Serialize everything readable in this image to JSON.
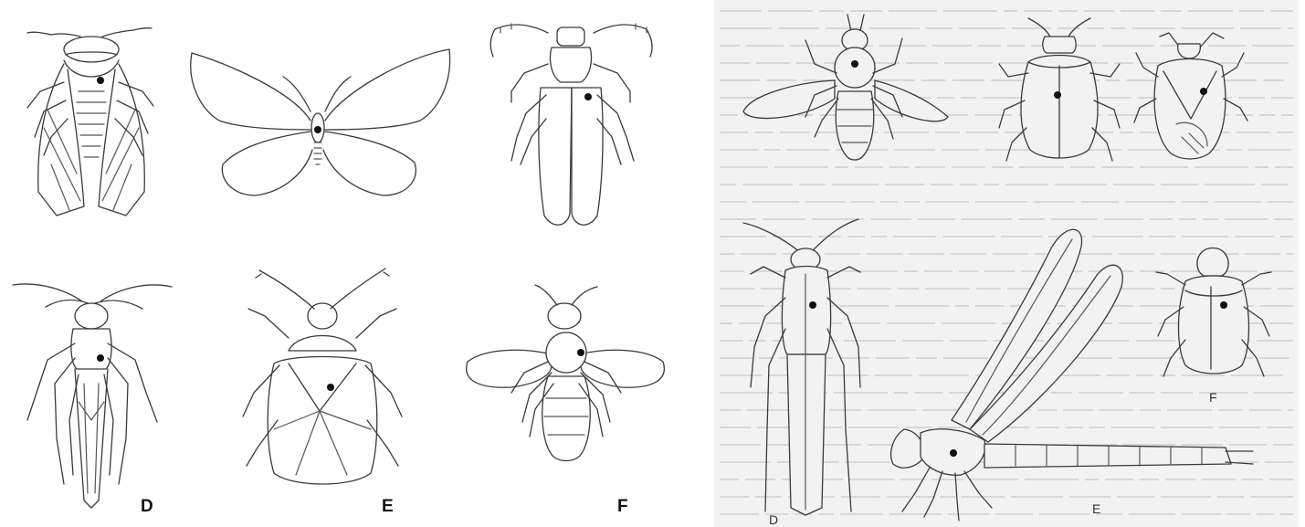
{
  "left_figure": {
    "labels": [
      "D",
      "E",
      "F"
    ]
  },
  "right_figure": {
    "labels": [
      "E",
      "D",
      "F"
    ]
  },
  "colors": {
    "line_art": "#3a3a3a",
    "marker_dot": "#111111",
    "right_page_background": "#f3f2f3",
    "show_through_text": "#cfcfcf"
  }
}
